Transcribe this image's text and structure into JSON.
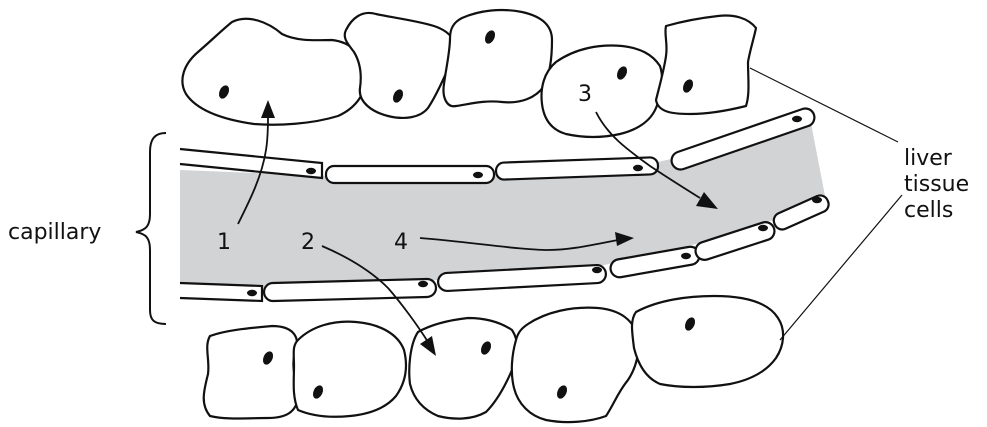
{
  "labels": {
    "capillary": "capillary",
    "liver_line1": "liver",
    "liver_line2": "tissue",
    "liver_line3": "cells",
    "n1": "1",
    "n2": "2",
    "n3": "3",
    "n4": "4"
  },
  "colors": {
    "lumen": "#d2d3d5",
    "outline": "#111111"
  }
}
